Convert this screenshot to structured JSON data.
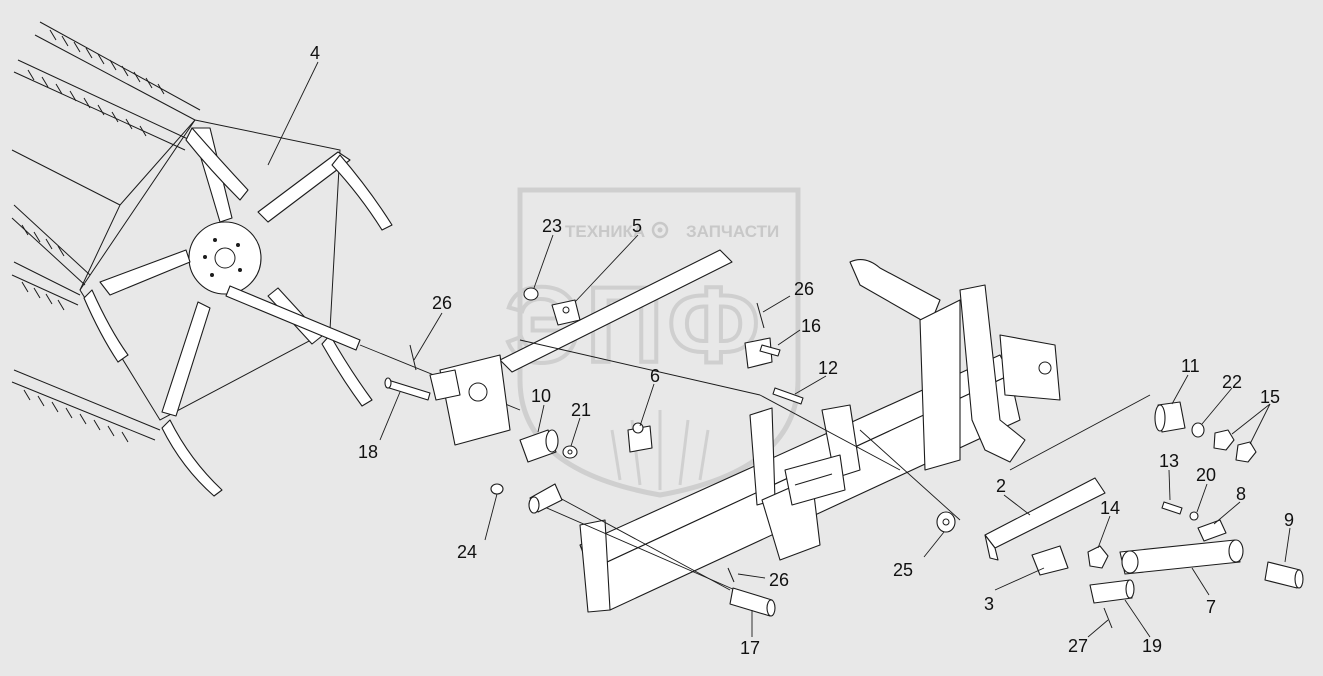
{
  "watermark": {
    "left_text": "ТЕХНИКА",
    "right_text": "ЗАПЧАСТИ",
    "letters": "ЭПФ"
  },
  "callouts": [
    "4",
    "23",
    "5",
    "26",
    "16",
    "12",
    "11",
    "22",
    "15",
    "10",
    "21",
    "6",
    "18",
    "24",
    "2",
    "13",
    "20",
    "8",
    "14",
    "9",
    "25",
    "3",
    "7",
    "17",
    "27",
    "19"
  ],
  "icons": [
    "gear-icon"
  ]
}
